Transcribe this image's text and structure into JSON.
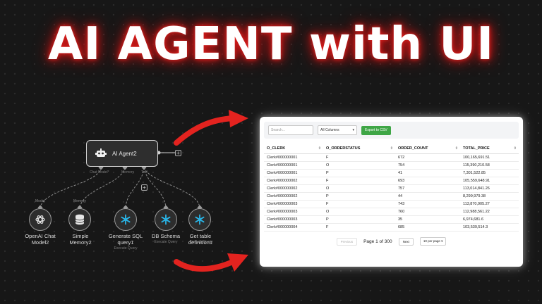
{
  "headline": "AI AGENT with UI",
  "colors": {
    "glow": "#e0201e",
    "arrow": "#e3231f",
    "export": "#3fa646"
  },
  "workflow": {
    "agent": {
      "label": "AI Agent2",
      "icon": "robot-icon"
    },
    "agent_ports": [
      "Chat Model*",
      "Memory",
      "Tool"
    ],
    "connection_labels": {
      "model": "Model",
      "memory": "Memory"
    },
    "nodes": [
      {
        "label": "OpenAI Chat Model2",
        "sub": "",
        "icon": "openai-icon"
      },
      {
        "label": "Simple Memory2",
        "sub": "",
        "icon": "database-icon"
      },
      {
        "label": "Generate SQL query1",
        "sub": "Execute Query",
        "icon": "snowflake-icon"
      },
      {
        "label": "DB Schema",
        "sub": "Execute Query",
        "icon": "snowflake-icon"
      },
      {
        "label": "Get table definition1",
        "sub": "Execute Query",
        "icon": "snowflake-icon"
      }
    ]
  },
  "table_panel": {
    "search_placeholder": "Search...",
    "column_select": "All Columns",
    "export_label": "Export to CSV",
    "columns": [
      "O_CLERK",
      "O_ORDERSTATUS",
      "ORDER_COUNT",
      "TOTAL_PRICE"
    ],
    "rows": [
      [
        "Clerk#000000001",
        "F",
        "672",
        "100,165,691.51"
      ],
      [
        "Clerk#000000001",
        "O",
        "754",
        "115,390,210.58"
      ],
      [
        "Clerk#000000001",
        "P",
        "41",
        "7,301,522.85"
      ],
      [
        "Clerk#000000002",
        "F",
        "693",
        "105,559,648.91"
      ],
      [
        "Clerk#000000002",
        "O",
        "757",
        "113,014,841.26"
      ],
      [
        "Clerk#000000002",
        "P",
        "44",
        "8,299,979.38"
      ],
      [
        "Clerk#000000003",
        "F",
        "743",
        "113,870,905.27"
      ],
      [
        "Clerk#000000003",
        "O",
        "760",
        "112,988,561.22"
      ],
      [
        "Clerk#000000003",
        "P",
        "35",
        "6,974,681.6"
      ],
      [
        "Clerk#000000004",
        "F",
        "685",
        "103,539,514.3"
      ]
    ],
    "pagination": {
      "prev": "Previous",
      "info": "Page 1 of 300",
      "next": "Next",
      "per_page": "10 per page"
    }
  }
}
